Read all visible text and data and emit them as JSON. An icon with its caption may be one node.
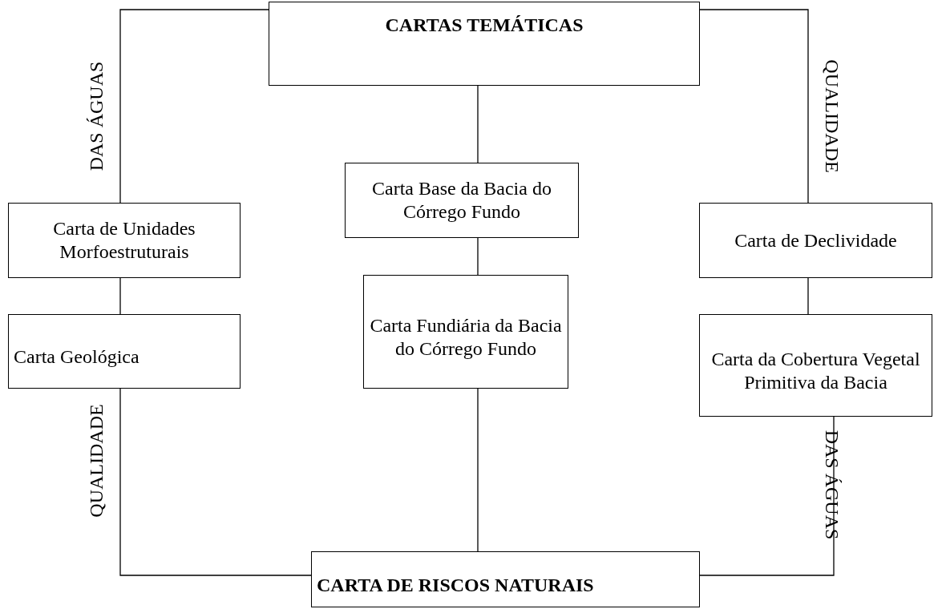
{
  "diagram": {
    "nodes": [
      {
        "text": [
          "CARTAS TEMÁTICAS"
        ]
      },
      {
        "text": [
          "Carta de Unidades Morfoestruturais"
        ]
      },
      {
        "text": [
          "Carta Geológica"
        ]
      },
      {
        "text": [
          "Carta Base da Bacia do Córrego Fundo"
        ]
      },
      {
        "text": [
          "Carta Fundiária da Bacia do Córrego Fundo"
        ]
      },
      {
        "text": [
          "Carta de Declividade"
        ]
      },
      {
        "text": [
          "Carta da Cobertura Vegetal Primitiva da Bacia"
        ]
      },
      {
        "text": [
          "CARTA DE RISCOS NATURAIS"
        ]
      }
    ],
    "edges": [
      {
        "from": 0,
        "to": 1,
        "arrow": "none"
      },
      {
        "from": 1,
        "to": 2,
        "arrow": "none"
      },
      {
        "from": 0,
        "to": 3,
        "arrow": "none"
      },
      {
        "from": 3,
        "to": 4,
        "arrow": "none"
      },
      {
        "from": 0,
        "to": 5,
        "arrow": "none"
      },
      {
        "from": 5,
        "to": 6,
        "arrow": "none"
      },
      {
        "from": 2,
        "to": 7,
        "arrow": "none"
      },
      {
        "from": 4,
        "to": 7,
        "arrow": "none"
      },
      {
        "from": 6,
        "to": 7,
        "arrow": "none"
      }
    ],
    "labels": [
      "DAS ÁGUAS",
      "QUALIDADE",
      "QUALIDADE",
      "DAS ÁGUAS"
    ]
  }
}
